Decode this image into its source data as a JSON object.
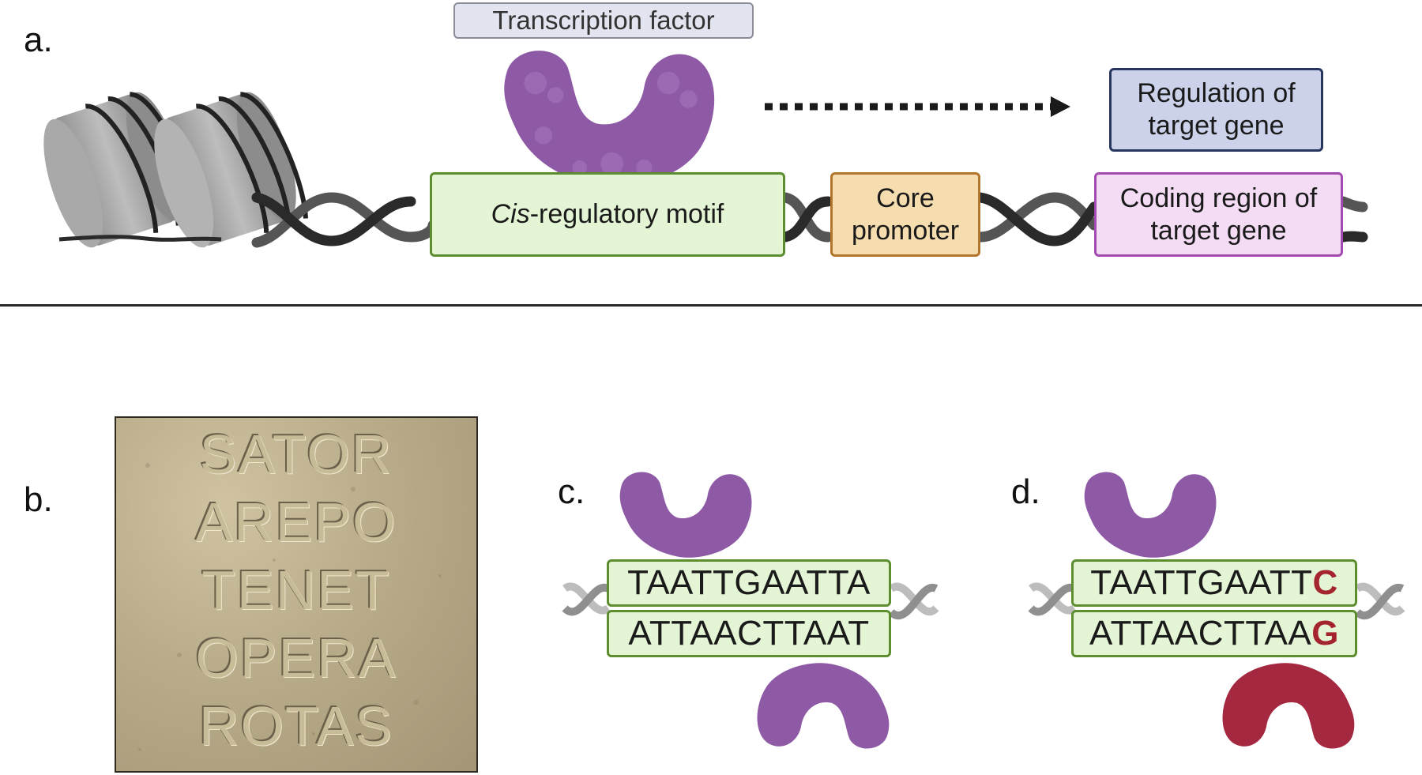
{
  "panels": {
    "a": {
      "letter": "a.",
      "transcription_factor_label": "Transcription factor",
      "regulation_label_line1": "Regulation of",
      "regulation_label_line2": "target gene",
      "cis_italic": "Cis",
      "cis_rest": "-regulatory motif",
      "core_promoter_line1": "Core",
      "core_promoter_line2": "promoter",
      "coding_region_line1": "Coding region of",
      "coding_region_line2": "target gene"
    },
    "b": {
      "letter": "b.",
      "sator_rows": [
        "SATOR",
        "AREPO",
        "TENET",
        "OPERA",
        "ROTAS"
      ]
    },
    "c": {
      "letter": "c.",
      "top_strand": "TAATTGAATTA",
      "bottom_strand": "ATTAACTTAAT"
    },
    "d": {
      "letter": "d.",
      "top_strand_prefix": "TAATTGAATT",
      "top_strand_mutation": "C",
      "bottom_strand_prefix": "ATTAACTTAA",
      "bottom_strand_mutation": "G"
    }
  },
  "colors": {
    "protein_purple": "#8e5aa6",
    "protein_red": "#a4283f",
    "mutation_red": "#a4252e",
    "motif_green_fill": "#e4f5d6",
    "motif_green_border": "#5c8d2f"
  },
  "icons": [
    "nucleosome-icon",
    "dna-helix-icon",
    "transcription-factor-protein-icon",
    "dotted-arrow-icon"
  ]
}
